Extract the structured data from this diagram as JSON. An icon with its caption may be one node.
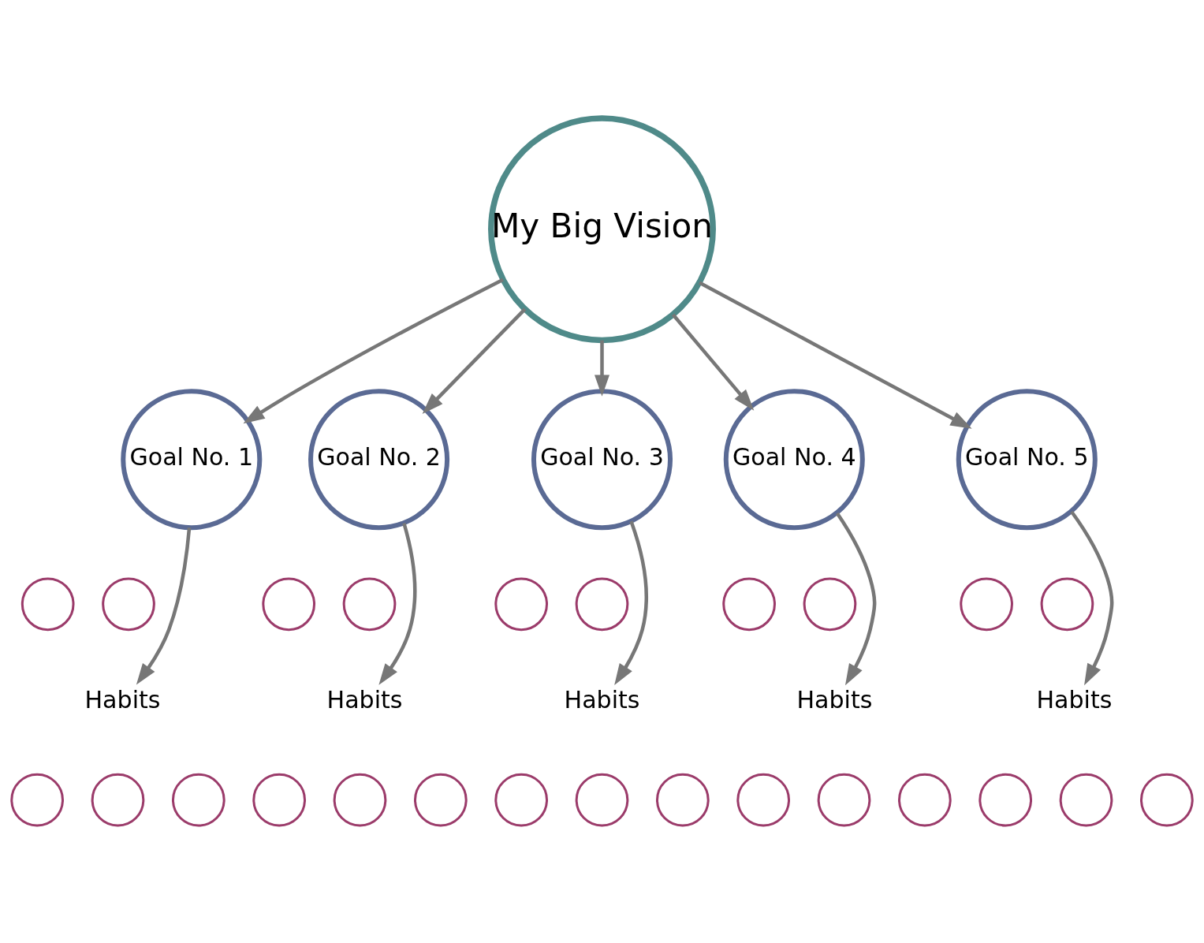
{
  "diagram": {
    "nodes": [
      {
        "text": [
          "My Big Vision"
        ]
      },
      {
        "text": [
          "Goal No. 1"
        ]
      },
      {
        "text": [
          "Goal No. 2"
        ]
      },
      {
        "text": [
          "Goal No. 3"
        ]
      },
      {
        "text": [
          "Goal No. 4"
        ]
      },
      {
        "text": [
          "Goal No. 5"
        ]
      },
      {
        "text": [],
        "shape": "circle"
      },
      {
        "text": [],
        "shape": "circle"
      },
      {
        "text": [
          "Habits"
        ]
      },
      {
        "text": [],
        "shape": "circle"
      },
      {
        "text": [],
        "shape": "circle"
      },
      {
        "text": [],
        "shape": "circle"
      },
      {
        "text": [],
        "shape": "circle"
      },
      {
        "text": [],
        "shape": "circle"
      },
      {
        "text": [
          "Habits"
        ]
      },
      {
        "text": [],
        "shape": "circle"
      },
      {
        "text": [],
        "shape": "circle"
      },
      {
        "text": [],
        "shape": "circle"
      },
      {
        "text": [],
        "shape": "circle"
      },
      {
        "text": [],
        "shape": "circle"
      },
      {
        "text": [
          "Habits"
        ]
      },
      {
        "text": [],
        "shape": "circle"
      },
      {
        "text": [],
        "shape": "circle"
      },
      {
        "text": [],
        "shape": "circle"
      },
      {
        "text": [],
        "shape": "circle"
      },
      {
        "text": [],
        "shape": "circle"
      },
      {
        "text": [
          "Habits"
        ]
      },
      {
        "text": [],
        "shape": "circle"
      },
      {
        "text": [],
        "shape": "circle"
      },
      {
        "text": [],
        "shape": "circle"
      },
      {
        "text": [],
        "shape": "circle"
      },
      {
        "text": [],
        "shape": "circle"
      },
      {
        "text": [
          "Habits"
        ]
      },
      {
        "text": [],
        "shape": "circle"
      },
      {
        "text": [],
        "shape": "circle"
      },
      {
        "text": [],
        "shape": "circle"
      }
    ],
    "edges": [
      {
        "from": 0,
        "to": 1,
        "arrow": "to"
      },
      {
        "from": 0,
        "to": 2,
        "arrow": "to"
      },
      {
        "from": 0,
        "to": 3,
        "arrow": "to"
      },
      {
        "from": 0,
        "to": 4,
        "arrow": "to"
      },
      {
        "from": 0,
        "to": 5,
        "arrow": "to"
      },
      {
        "from": 1,
        "to": 8,
        "arrow": "to"
      },
      {
        "from": 2,
        "to": 14,
        "arrow": "to"
      },
      {
        "from": 3,
        "to": 20,
        "arrow": "to"
      },
      {
        "from": 4,
        "to": 26,
        "arrow": "to"
      },
      {
        "from": 5,
        "to": 32,
        "arrow": "to"
      }
    ]
  }
}
